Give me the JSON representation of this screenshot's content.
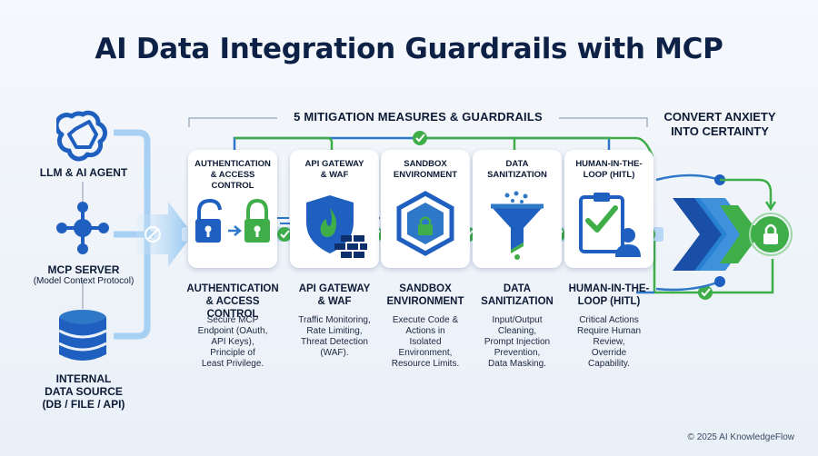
{
  "title": "AI Data Integration Guardrails with MCP",
  "left": {
    "llm_label": "LLM & AI AGENT",
    "mcp_label": "MCP SERVER",
    "mcp_sub": "(Model Context Protocol)",
    "source_line1": "INTERNAL",
    "source_line2": "DATA SOURCE",
    "source_line3": "(DB / FILE / API)"
  },
  "section_title": "5 MITIGATION MEASURES & GUARDRAILS",
  "convert_line1": "CONVERT ANXIETY",
  "convert_line2": "INTO CERTAINTY",
  "measures": [
    {
      "card_l1": "AUTHENTICATION",
      "card_l2": "& ACCESS CONTROL",
      "t1": "AUTHENTICATION",
      "t2": "& ACCESS CONTROL",
      "d1": "Secure MCP",
      "d2": "Endpoint (OAuth,",
      "d3": "API Keys),",
      "d4": "Principle of",
      "d5": "Least Privilege."
    },
    {
      "card_l1": "API GATEWAY",
      "card_l2": "& WAF",
      "t1": "API GATEWAY",
      "t2": "& WAF",
      "d1": "Traffic Monitoring,",
      "d2": "Rate Limiting,",
      "d3": "Threat Detection",
      "d4": "(WAF).",
      "d5": ""
    },
    {
      "card_l1": "SANDBOX",
      "card_l2": "ENVIRONMENT",
      "t1": "SANDBOX",
      "t2": "ENVIRONMENT",
      "d1": "Execute Code &",
      "d2": "Actions in",
      "d3": "Isolated",
      "d4": "Environment,",
      "d5": "Resource Limits."
    },
    {
      "card_l1": "DATA",
      "card_l2": "SANITIZATION",
      "t1": "DATA",
      "t2": "SANITIZATION",
      "d1": "Input/Output",
      "d2": "Cleaning,",
      "d3": "Prompt Injection",
      "d4": "Prevention,",
      "d5": "Data Masking."
    },
    {
      "card_l1": "HUMAN-IN-THE-",
      "card_l2": "LOOP (HITL)",
      "t1": "HUMAN-IN-THE-",
      "t2": "LOOP (HITL)",
      "d1": "Critical Actions",
      "d2": "Require Human",
      "d3": "Review,",
      "d4": "Override",
      "d5": "Capability."
    }
  ],
  "copyright": "© 2025 AI KnowledgeFlow",
  "colors": {
    "navy": "#0d2147",
    "blue": "#1f5fbf",
    "lightblue": "#7fb6ea",
    "green": "#3fae49"
  }
}
